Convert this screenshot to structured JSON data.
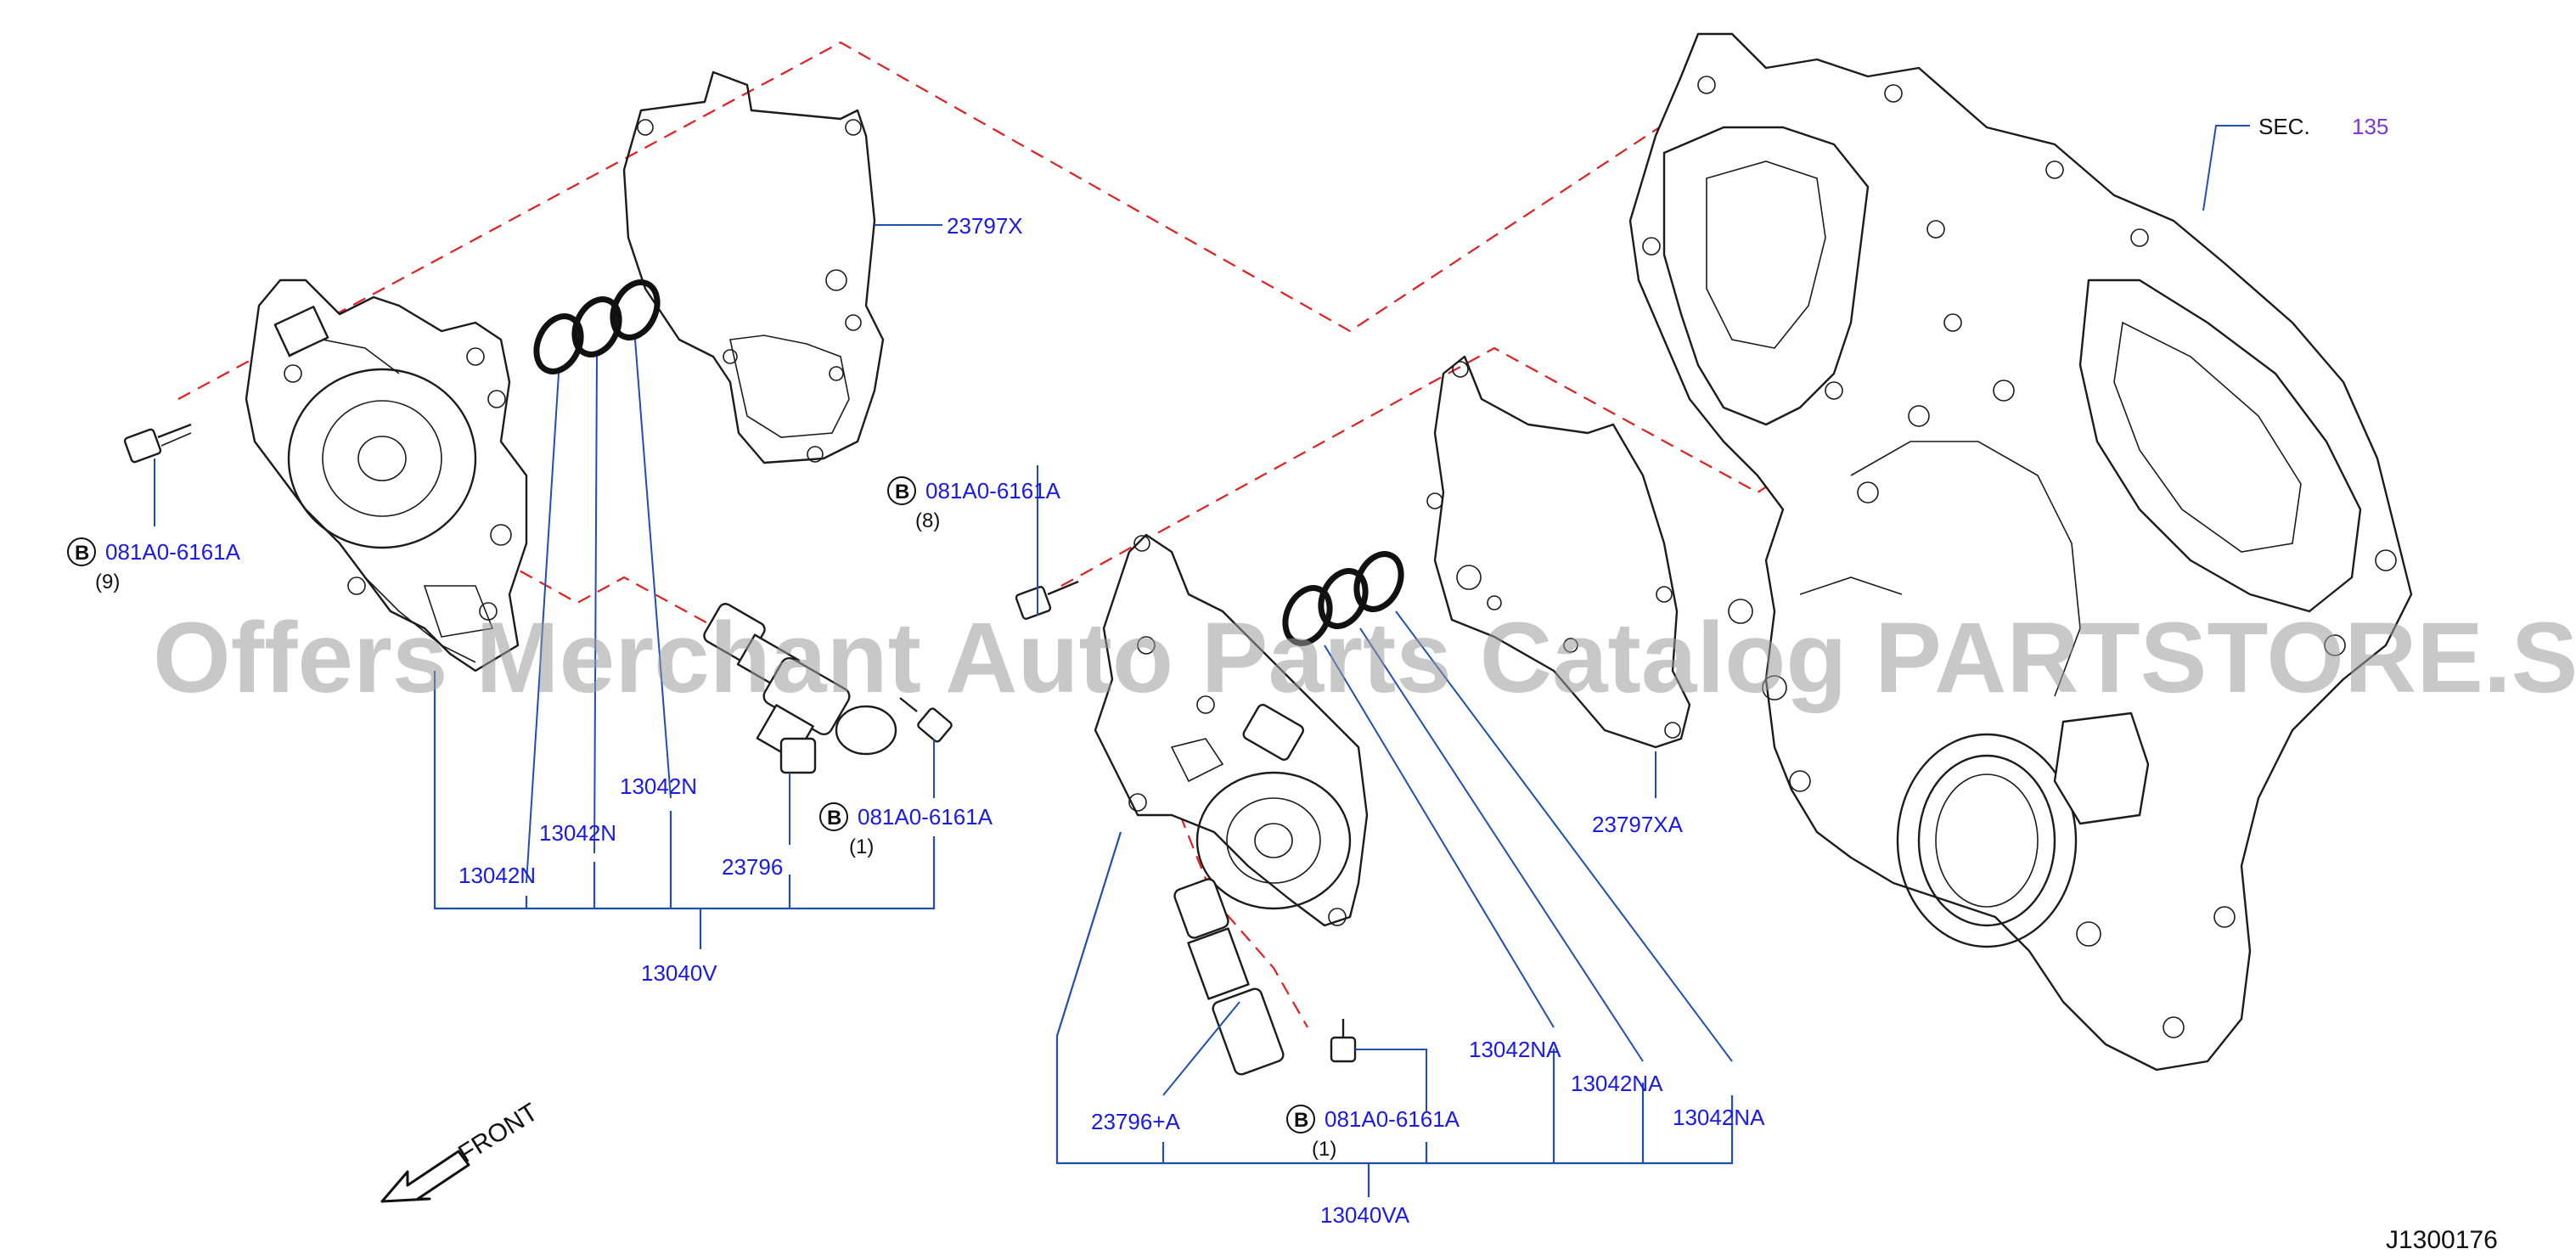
{
  "diagram_id": "J1300176",
  "watermark": "Offers Merchant Auto Parts Catalog PARTSTORE.SA",
  "section_ref": {
    "prefix": "SEC.",
    "number": "135"
  },
  "front_label": "FRONT",
  "bolt_symbol": "B",
  "colors": {
    "label": "#1a1ae6",
    "leader": "#1f4fb0",
    "hidden_line": "#e02020",
    "watermark": "#9a9a9a"
  },
  "labels": {
    "gasket_upper": "23797X",
    "gasket_lower": "23797XA",
    "oring_left_1": "13042N",
    "oring_left_2": "13042N",
    "oring_left_3": "13042N",
    "solenoid_left": "23796",
    "assembly_left": "13040V",
    "oring_right_1": "13042NA",
    "oring_right_2": "13042NA",
    "oring_right_3": "13042NA",
    "solenoid_right": "23796+A",
    "assembly_right": "13040VA"
  },
  "bolts": [
    {
      "part": "081A0-6161A",
      "qty": "(9)"
    },
    {
      "part": "081A0-6161A",
      "qty": "(8)"
    },
    {
      "part": "081A0-6161A",
      "qty": "(1)"
    },
    {
      "part": "081A0-6161A",
      "qty": "(1)"
    }
  ]
}
